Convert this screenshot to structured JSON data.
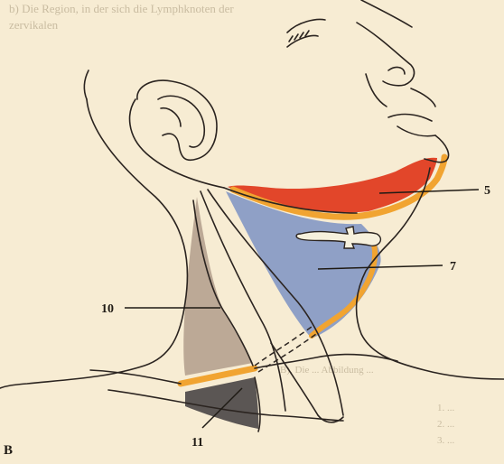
{
  "figure": {
    "panel_letter": "B",
    "labels": {
      "l5": "5",
      "l7": "7",
      "l10": "10",
      "l11": "11"
    }
  },
  "bleed_through": {
    "top_line_1": "b) Die Region, in der sich die Lymphknoten der",
    "top_line_2": "zervikalen",
    "mid_line": "B), Die ... Abbildung ...",
    "list": [
      "1. ...",
      "2. ...",
      "3. ..."
    ]
  },
  "colors": {
    "background": "#f7ecd3",
    "red_region": "#e2462a",
    "blue_region": "#8fa0c6",
    "tan_region": "#bca996",
    "dark_region": "#5b5654",
    "orange_border": "#f1a431",
    "line": "#2b2420"
  }
}
